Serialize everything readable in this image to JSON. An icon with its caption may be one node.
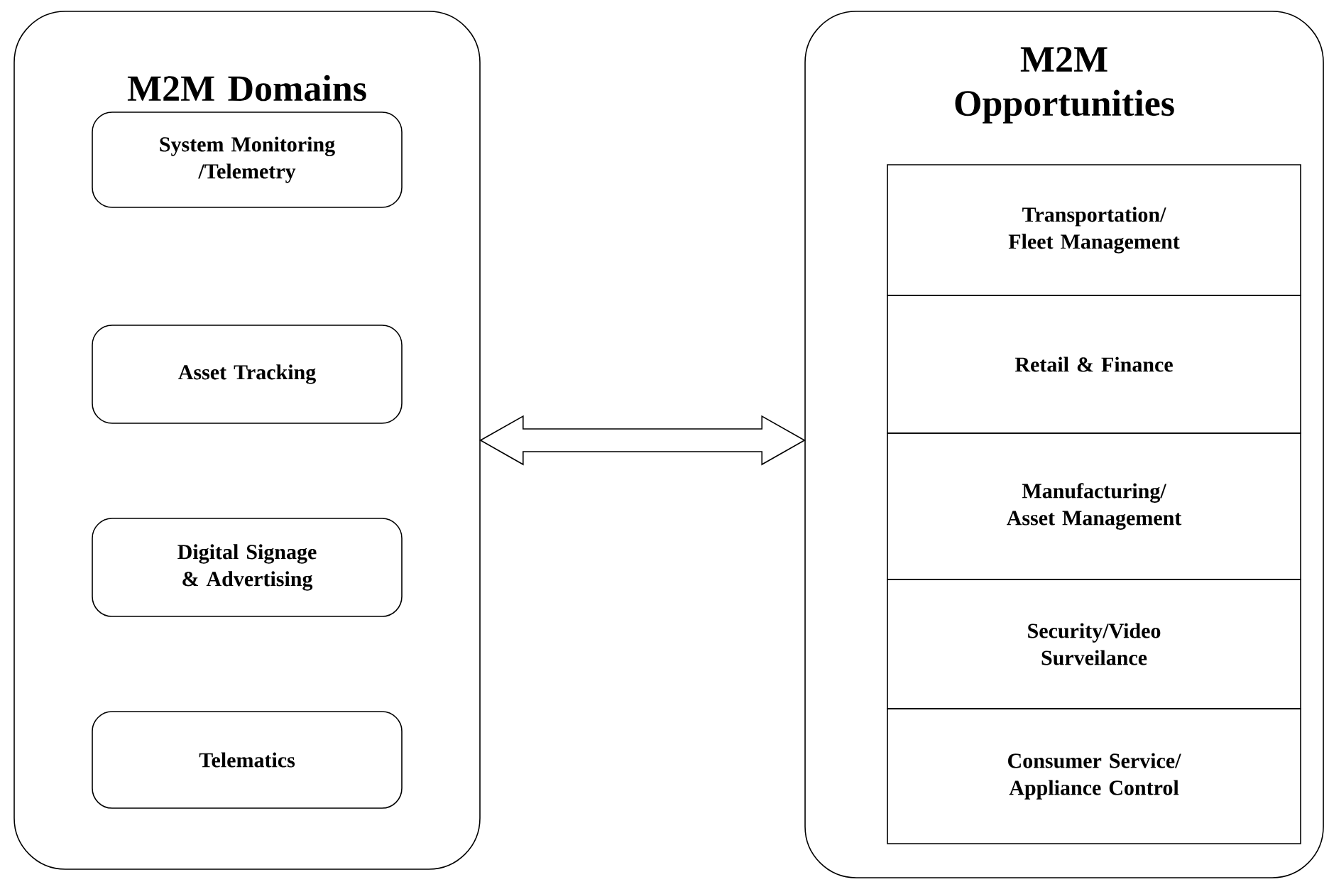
{
  "diagram": {
    "nodes": [
      {
        "text": [
          "M2M Domains"
        ]
      },
      {
        "text": [
          "System Monitoring /Telemetry"
        ],
        "in": 0
      },
      {
        "text": [
          "Asset Tracking"
        ],
        "in": 0
      },
      {
        "text": [
          "Digital Signage & Advertising"
        ],
        "in": 0
      },
      {
        "text": [
          "Telematics"
        ],
        "in": 0
      },
      {
        "text": [
          "M2M Opportunities"
        ]
      },
      {
        "text": [
          "Transportation/ Fleet Management"
        ],
        "in": 5
      },
      {
        "text": [
          "Retail & Finance"
        ],
        "in": 5
      },
      {
        "text": [
          "Manufacturing/ Asset Management"
        ],
        "in": 5
      },
      {
        "text": [
          "Security/Video Surveilance"
        ],
        "in": 5
      },
      {
        "text": [
          "Consumer Service/ Appliance Control"
        ],
        "in": 5
      }
    ],
    "edges": [
      {
        "from": 0,
        "to": 5,
        "arrow": "both"
      }
    ]
  }
}
